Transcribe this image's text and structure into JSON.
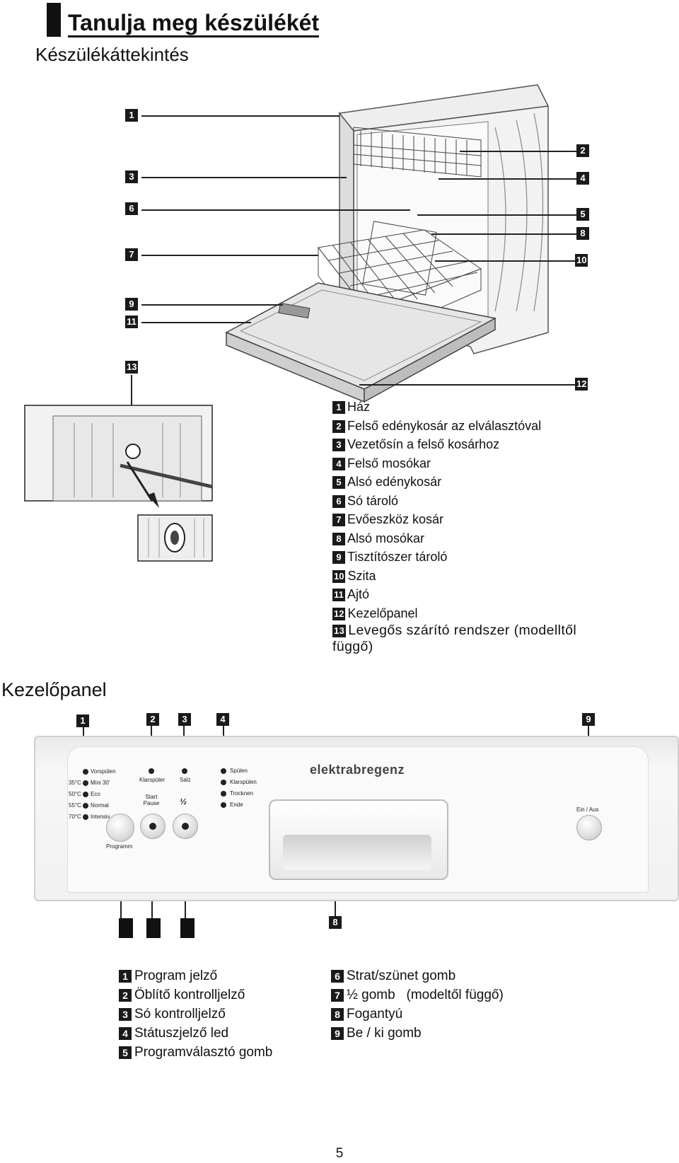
{
  "header": {
    "title": "Tanulja meg készülékét",
    "subtitle": "Készülékáttekintés"
  },
  "overview_callouts": [
    "1",
    "2",
    "3",
    "4",
    "5",
    "6",
    "7",
    "8",
    "9",
    "10",
    "11",
    "12",
    "13"
  ],
  "overview_legend": [
    {
      "num": "1",
      "text": "Ház"
    },
    {
      "num": "2",
      "text": "Felső edénykosár az elválasztóval"
    },
    {
      "num": "3",
      "text": "Vezetősín a felső kosárhoz"
    },
    {
      "num": "4",
      "text": "Felső mosókar"
    },
    {
      "num": "5",
      "text": "Alsó edénykosár"
    },
    {
      "num": "6",
      "text": "Só tároló"
    },
    {
      "num": "7",
      "text": "Evőeszköz kosár"
    },
    {
      "num": "8",
      "text": "Alsó mosókar"
    },
    {
      "num": "9",
      "text": "Tisztítószer tároló"
    },
    {
      "num": "10",
      "text": "Szita"
    },
    {
      "num": "11",
      "text": "Ajtó"
    },
    {
      "num": "12",
      "text": "Kezelőpanel"
    },
    {
      "num": "13",
      "text": "Levegős szárító rendszer (modelltől függő)"
    }
  ],
  "control_panel": {
    "heading": "Kezelőpanel",
    "brand": "elektrabregenz",
    "callouts": [
      "1",
      "2",
      "3",
      "4",
      "9",
      "8"
    ],
    "program_labels": [
      "Vorspülen",
      "Mini 30'",
      "Eco",
      "Normal",
      "Intensiv"
    ],
    "temp_labels": [
      "35°C",
      "50°C",
      "55°C",
      "70°C"
    ],
    "klarspueler_label": "Klarspüler",
    "salz_label": "Salz",
    "status_labels": [
      "Spülen",
      "Klarspülen",
      "Trocknen",
      "Ende"
    ],
    "start_label": "Start Pause",
    "half_label": "½",
    "program_knob_label": "Programm",
    "power_label": "Ein / Aus"
  },
  "panel_legend_left": [
    {
      "num": "1",
      "text": "Program jelző"
    },
    {
      "num": "2",
      "text": "Öblítő kontrolljelző"
    },
    {
      "num": "3",
      "text": "Só kontrolljelző"
    },
    {
      "num": "4",
      "text": "Státuszjelző led"
    },
    {
      "num": "5",
      "text": "Programválasztó gomb"
    }
  ],
  "panel_legend_right": [
    {
      "num": "6",
      "text": "Strat/szünet gomb"
    },
    {
      "num": "7",
      "text": "½ gomb   (modeltől függő)"
    },
    {
      "num": "8",
      "text": "Fogantyú"
    },
    {
      "num": "9",
      "text": "Be / ki gomb"
    }
  ],
  "page_number": "5"
}
